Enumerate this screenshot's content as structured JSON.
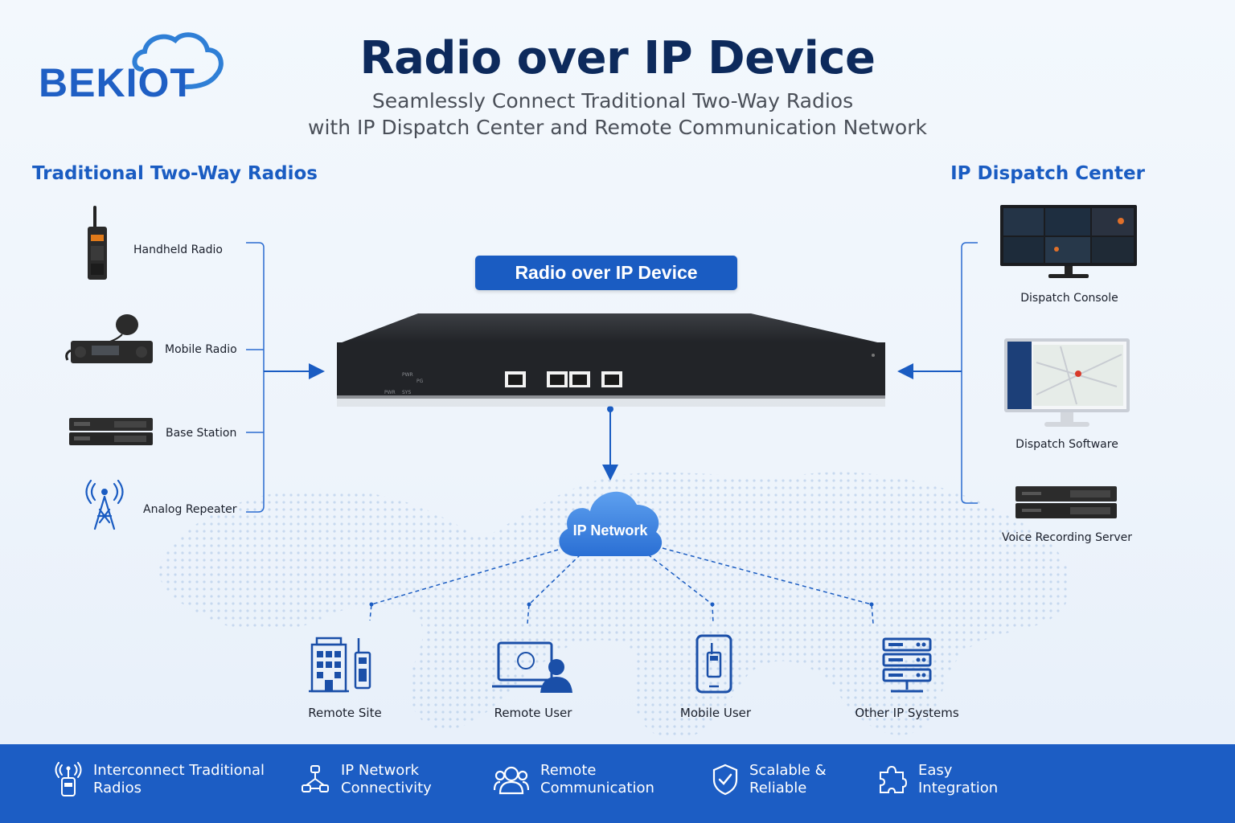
{
  "brand": {
    "logo_text": "BEKIOT"
  },
  "header": {
    "title": "Radio over IP Device",
    "subtitle_line1": "Seamlessly Connect Traditional Two-Way Radios",
    "subtitle_line2": "with IP Dispatch Center and Remote Communication Network"
  },
  "left": {
    "title": "Traditional Two-Way Radios",
    "items": [
      {
        "label": "Handheld Radio",
        "icon": "handheld-radio-icon"
      },
      {
        "label": "Mobile Radio",
        "icon": "mobile-radio-icon"
      },
      {
        "label": "Base Station",
        "icon": "base-station-icon"
      },
      {
        "label": "Analog Repeater",
        "icon": "repeater-tower-icon"
      }
    ]
  },
  "right": {
    "title": "IP Dispatch Center",
    "items": [
      {
        "label": "Dispatch Console",
        "icon": "dual-monitor-icon"
      },
      {
        "label": "Dispatch Software",
        "icon": "monitor-map-icon"
      },
      {
        "label": "Voice Recording Server",
        "icon": "server-icon"
      }
    ]
  },
  "center": {
    "device_label": "Radio over IP Device",
    "network_label": "IP Network"
  },
  "endpoints": [
    {
      "label": "Remote Site",
      "icon": "building-radio-icon"
    },
    {
      "label": "Remote User",
      "icon": "laptop-user-icon"
    },
    {
      "label": "Mobile User",
      "icon": "phone-radio-icon"
    },
    {
      "label": "Other IP Systems",
      "icon": "server-stack-icon"
    }
  ],
  "features": [
    {
      "line1": "Interconnect Traditional",
      "line2": "Radios",
      "icon": "radio-signal-icon"
    },
    {
      "line1": "IP Network",
      "line2": "Connectivity",
      "icon": "network-nodes-icon"
    },
    {
      "line1": "Remote",
      "line2": "Communication",
      "icon": "users-icon"
    },
    {
      "line1": "Scalable &",
      "line2": "Reliable",
      "icon": "shield-check-icon"
    },
    {
      "line1": "Easy",
      "line2": "Integration",
      "icon": "puzzle-icon"
    }
  ],
  "colors": {
    "accent": "#1a5cc2",
    "title": "#0d2a5c",
    "footer": "#1c5dc4",
    "device": "#26292d"
  }
}
